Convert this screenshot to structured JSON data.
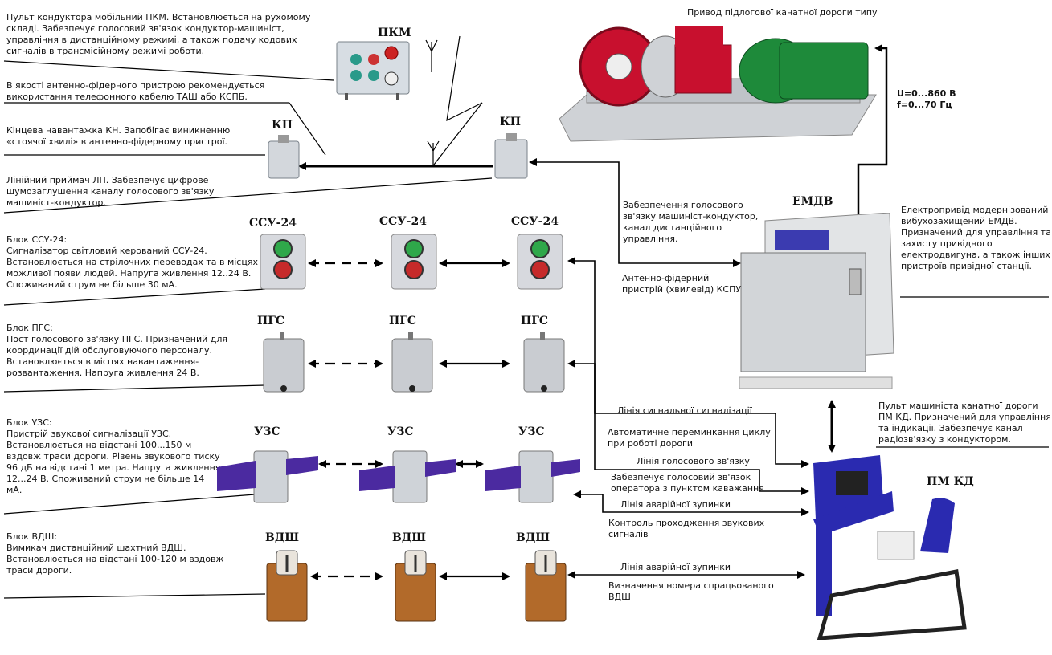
{
  "labels": {
    "pkm": "ПКМ",
    "kp": "КП",
    "ssu": "ССУ-24",
    "pgs": "ПГС",
    "uzs": "УЗС",
    "vdsh": "ВДШ",
    "emdv": "ЕМДВ",
    "pmkd": "ПМ КД"
  },
  "left_texts": {
    "pkm_desc": "Пульт кондуктора мобільний ПКМ. Встановлюється на рухомому\nскладі. Забезпечує голосовий зв'язок кондуктор-машиніст,\nуправління в дистанційному режимі, а також подачу кодових\nсигналів в трансмісійному режимі роботи.",
    "antenna_desc": "В якості антенно-фідерного пристрою рекомендується\nвикористання телефонного кабелю ТАШ або КСПБ.",
    "kn_desc": "Кінцева навантажка КН. Запобігає виникненню\n«стоячої хвилі» в антенно-фідерному пристрої.",
    "lp_desc": "Лінійний приймач ЛП. Забезпечує цифрове\nшумозаглушення каналу голосового зв'язку\nмашиніст-кондуктор.",
    "ssu_desc": "Блок ССУ-24:\nСигналізатор світловий керований ССУ-24.\nВстановлюється на стрілочних переводах та в місцях\nможливої появи людей. Напруга живлення 12..24 В.\nСпоживаний струм не більше 30 мА.",
    "pgs_desc": "Блок ПГС:\nПост голосового зв'язку ПГС. Призначений для\nкоординації дій обслуговуючого персоналу.\nВстановлюється в місцях навантаження-\nрозвантаження. Напруга живлення 24 В.",
    "uzs_desc": "Блок УЗС:\nПристрій звукової сигналізації УЗС.\nВстановлюється на відстані 100...150 м\nвздовж траси дороги. Рівень звукового тиску\n96 дБ на відстані 1 метра. Напруга живлення\n12...24 В. Споживаний струм не більше 14\nмА.",
    "vdsh_desc": "Блок ВДШ:\nВимикач дистанційний шахтний ВДШ.\nВстановлюється на відстані 100-120 м вздовж\nтраси дороги."
  },
  "right_texts": {
    "drive_title": "Привод підлогової канатної дороги типу",
    "uf": "U=0...860 В\nf=0...70 Гц",
    "emdv_desc": "Електропривід модернізований\nвибухозахищений ЕМДВ.\nПризначений для управління та\nзахисту привідного\nелектродвигуна, а також інших\nпристроїв привідної станції.",
    "pmkd_desc": "Пульт машиніста канатної дороги\nПМ КД. Призначений для управління\nта індикації. Забезпечує канал\nрадіозв'язку з кондуктором."
  },
  "link_texts": {
    "voice_mk": "Забезпечення голосового\nзв'язку машиніст-кондуктор,\nканал дистанційного\nуправління.",
    "afp": "Антенно-фідерний\nпристрій (хвилевід) КСПУ",
    "signal_line": "Лінія сигнальної сигналізації",
    "auto_switch": "Автоматичне переминкання циклу\nпри роботі дороги",
    "voice_line": "Лінія голосового зв'язку",
    "voice_operator": "Забезпечує голосовий зв'язок\nоператора з пунктом каважання",
    "estop1": "Лінія аварійної зупинки",
    "sound_control": "Контроль проходження звукових\nсигналів",
    "estop2": "Лінія аварійної зупинки",
    "vdsh_number": "Визначення номера спрацьованого\nВДШ"
  },
  "colors": {
    "ssu_green": "#2fa84a",
    "ssu_red": "#c62a2a",
    "uzs_purple": "#4b2aa0",
    "drive_red": "#c8102e",
    "motor_green": "#1e8a3a",
    "pmkd_blue": "#2a2ab0",
    "vdsh_brown": "#b26a2a"
  }
}
